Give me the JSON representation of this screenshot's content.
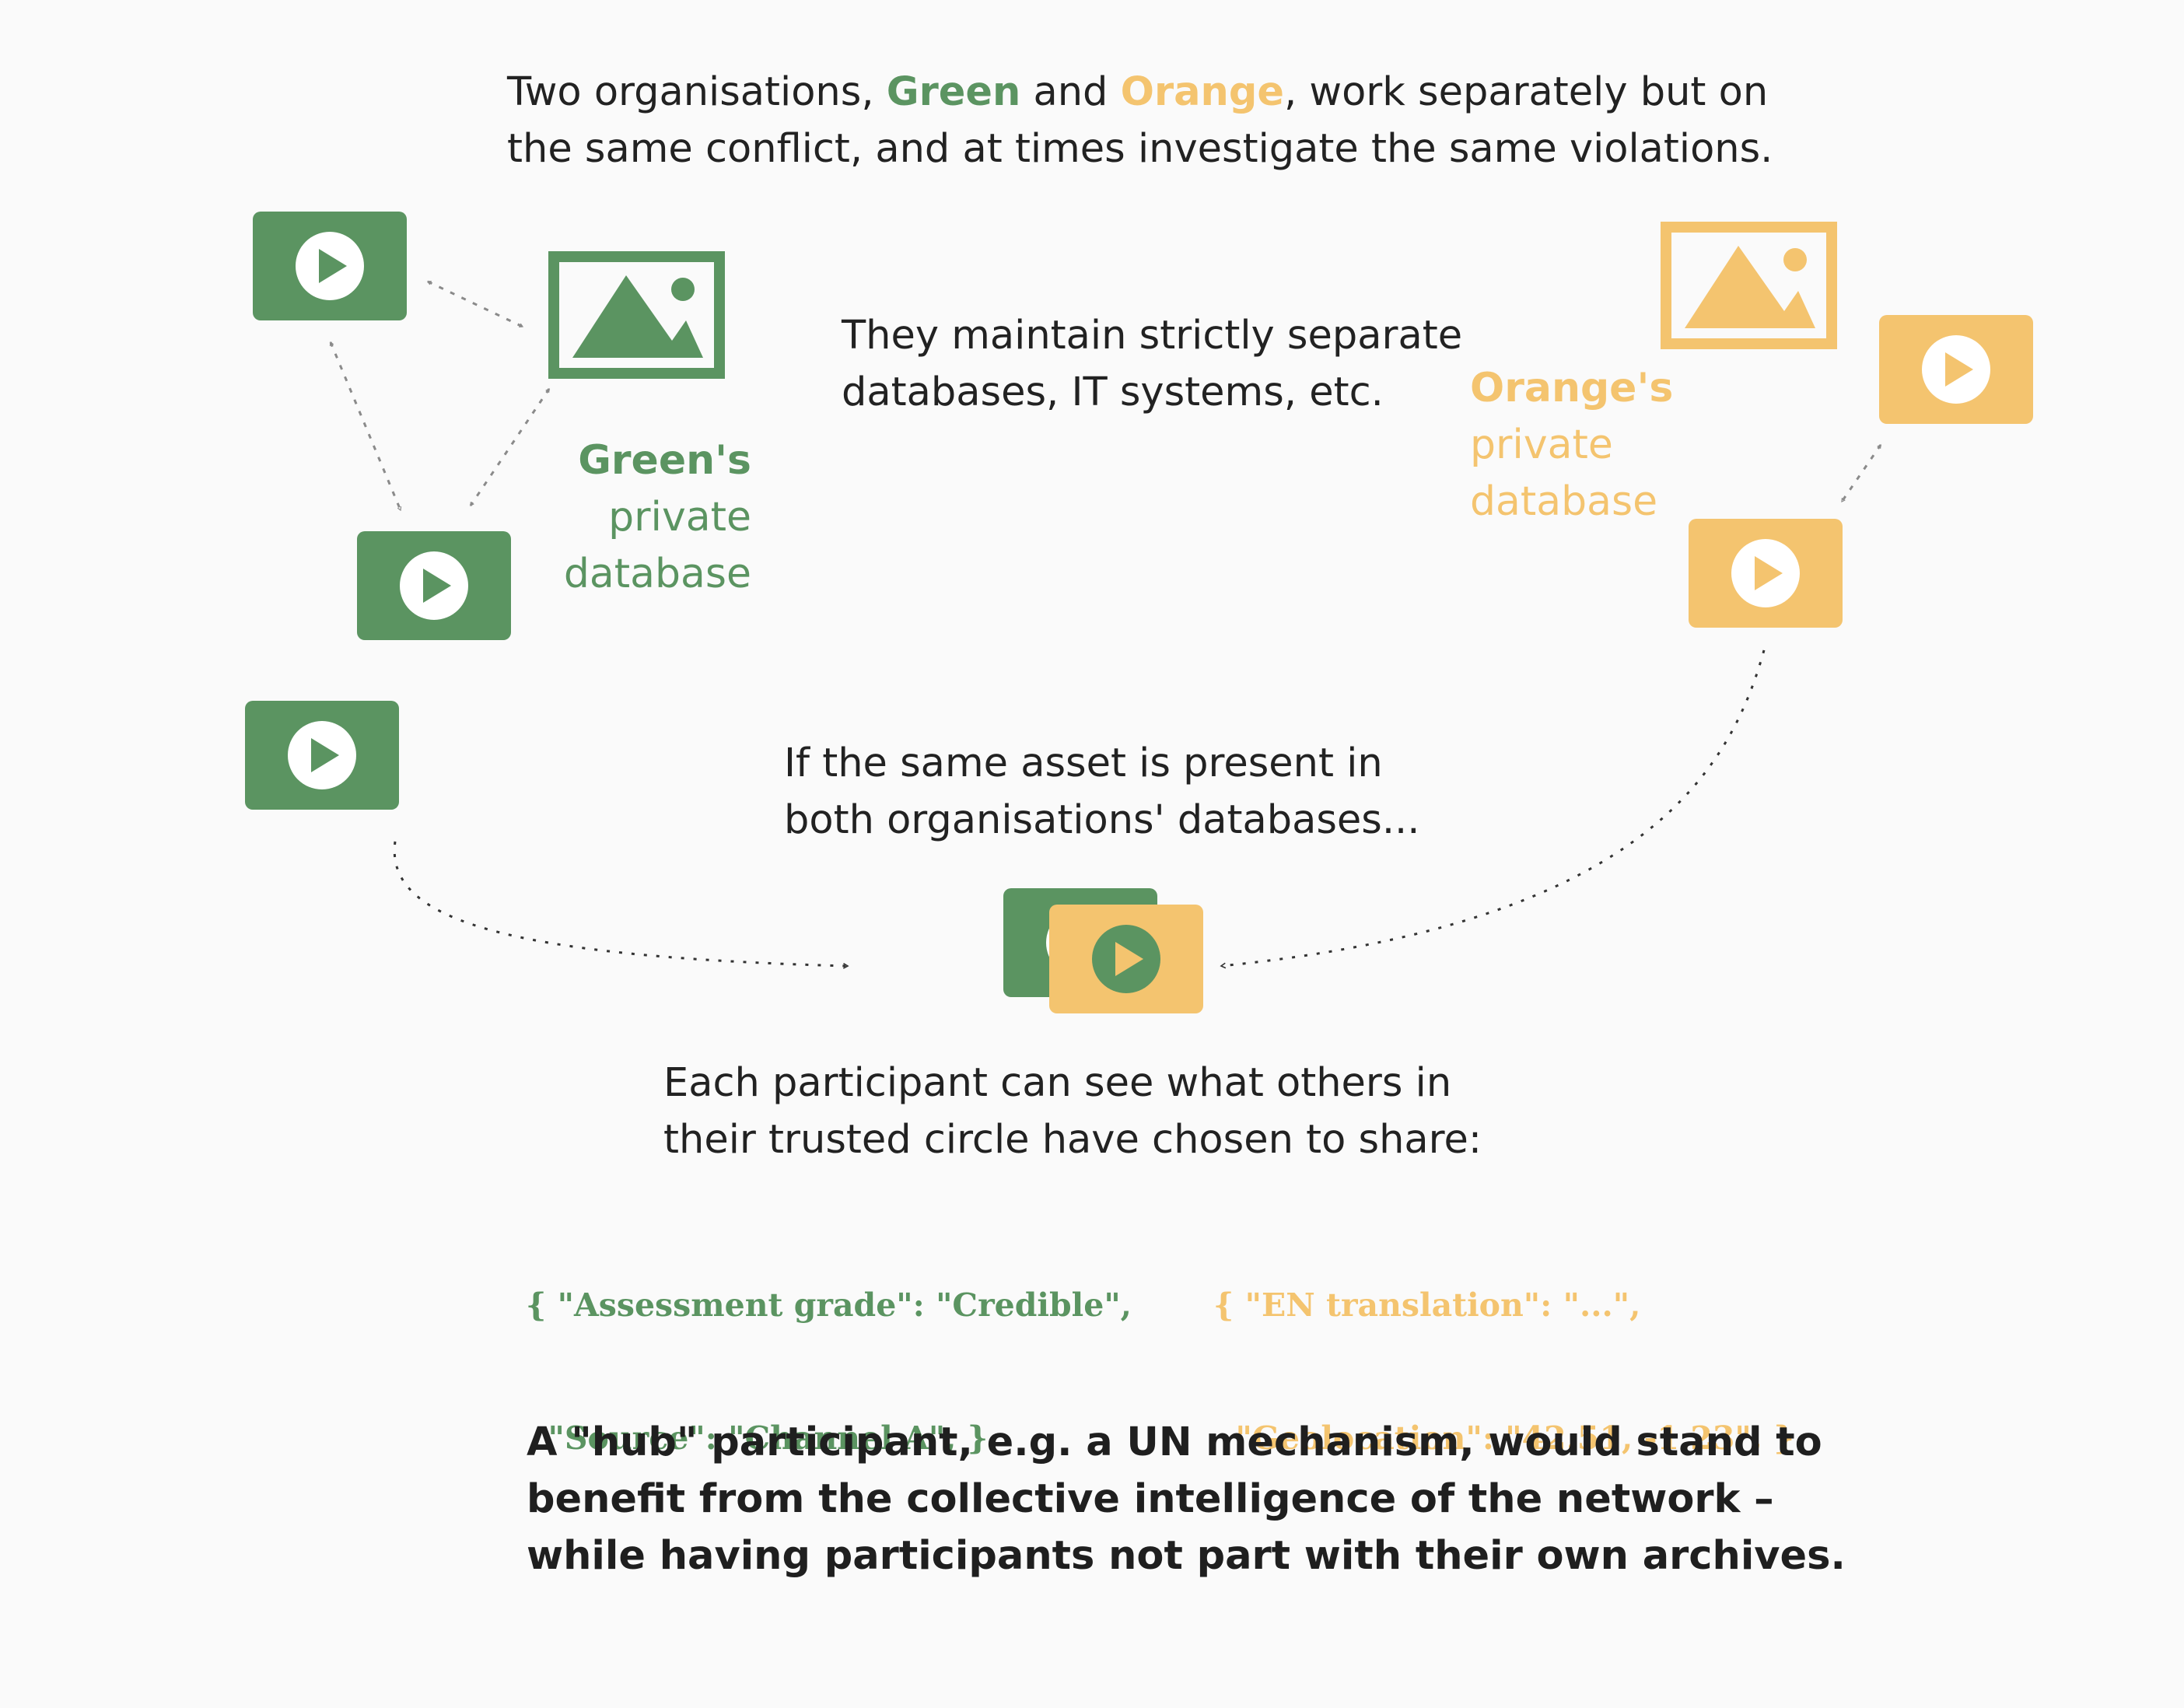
{
  "intro": {
    "prefix": "Two organisations, ",
    "green_name": "Green",
    "and": " and ",
    "orange_name": "Orange",
    "suffix": ", work separately but on",
    "line2": "the same conflict, and at times investigate the same violations."
  },
  "separate": {
    "line1": "They maintain strictly separate",
    "line2": "databases, IT systems, etc."
  },
  "green_db": {
    "owner": "Green's",
    "word1": "private",
    "word2": "database"
  },
  "orange_db": {
    "owner": "Orange's",
    "word1": "private",
    "word2": "database"
  },
  "same_asset": {
    "line1": "If the same asset is  present in",
    "line2": "both organisations' databases..."
  },
  "share": {
    "line1": "Each participant can see what others in",
    "line2": "their trusted circle have chosen to share:"
  },
  "green_json": {
    "line1": "{ \"Assessment grade\": \"Credible\",",
    "line2": "  \"Source\": \"Channel A\", }"
  },
  "orange_json": {
    "line1": "{ \"EN translation\": \"...\",",
    "line2": "  \"Geolocation\": \"42.51, -1.23\", }"
  },
  "hub": {
    "line1": "A \"hub\" participant, e.g. a UN mechanism, would stand to",
    "line2": "benefit from the collective intelligence of the network –",
    "line3": "while having participants not part with their own archives."
  },
  "colors": {
    "green": "#5b9461",
    "orange": "#f4c46f",
    "text": "#222222",
    "background": "#fafafa",
    "arrow": "#8a8a8a"
  },
  "icons": {
    "video": "play-button-icon",
    "image": "image-landscape-icon"
  }
}
